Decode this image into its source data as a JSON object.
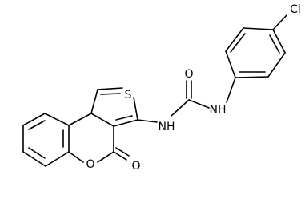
{
  "atoms": {
    "S": "S",
    "O_ring": "O",
    "O_carbonyl": "O",
    "O_urea": "O",
    "NH_left": "NH",
    "NH_right": "NH",
    "Cl": "Cl"
  },
  "colors": {
    "bond": "#000000",
    "background": "#ffffff"
  }
}
